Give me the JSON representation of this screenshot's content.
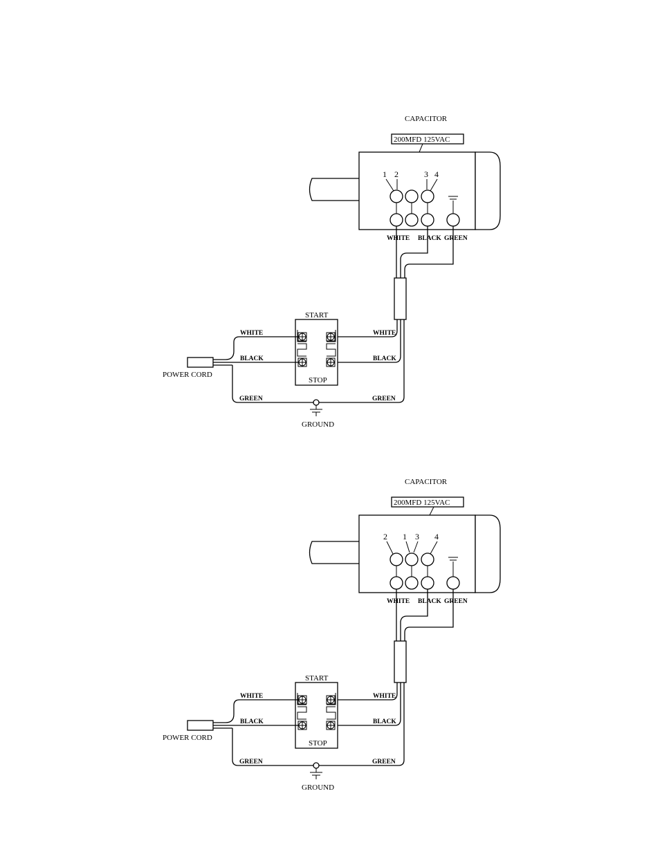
{
  "diagrams": [
    {
      "capacitor_label": "CAPACITOR",
      "capacitor_rating": "200MFD  125VAC",
      "terminal_numbers": [
        "1",
        "2",
        "3",
        "4"
      ],
      "motor_wires": [
        "WHITE",
        "BLACK",
        "GREEN"
      ],
      "switch_top": "START",
      "switch_bottom": "STOP",
      "cord_wires": [
        "WHITE",
        "BLACK",
        "GREEN"
      ],
      "switch_out_wires": [
        "WHITE",
        "BLACK",
        "GREEN"
      ],
      "power_cord_label": "POWER CORD",
      "ground_label": "GROUND"
    },
    {
      "capacitor_label": "CAPACITOR",
      "capacitor_rating": "200MFD  125VAC",
      "terminal_numbers": [
        "2",
        "1",
        "3",
        "4"
      ],
      "motor_wires": [
        "WHITE",
        "BLACK",
        "GREEN"
      ],
      "switch_top": "START",
      "switch_bottom": "STOP",
      "cord_wires": [
        "WHITE",
        "BLACK",
        "GREEN"
      ],
      "switch_out_wires": [
        "WHITE",
        "BLACK",
        "GREEN"
      ],
      "power_cord_label": "POWER CORD",
      "ground_label": "GROUND"
    }
  ]
}
